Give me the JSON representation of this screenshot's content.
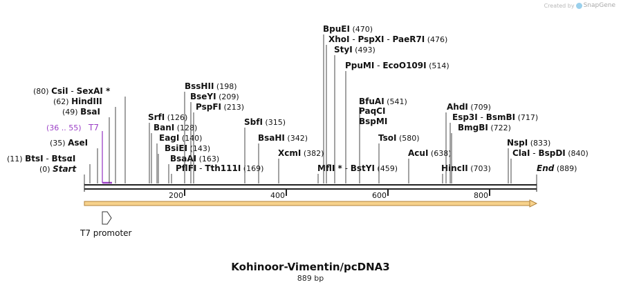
{
  "credit": {
    "prefix": "Created by",
    "brand": "SnapGene"
  },
  "title": "Kohinoor-Vimentin/pcDNA3",
  "length": "889 bp",
  "ruler": {
    "ticks": [
      "200",
      "400",
      "600",
      "800"
    ]
  },
  "features": [
    {
      "name": "T7",
      "range": "(36 .. 55)",
      "color": "#9b3fc6"
    },
    {
      "name": "T7 promoter"
    }
  ],
  "enzymes": [
    {
      "pre": "(11)",
      "names": [
        "BtsI",
        "BtsαI"
      ]
    },
    {
      "pre": "(0)",
      "names": [
        "Start"
      ],
      "italic": true
    },
    {
      "pre": "(35)",
      "names": [
        "AseI"
      ]
    },
    {
      "pre": "(49)",
      "names": [
        "BsaI"
      ]
    },
    {
      "pre": "(62)",
      "names": [
        "HindIII"
      ]
    },
    {
      "pre": "(80)",
      "names": [
        "CsiI",
        "SexAI *"
      ]
    },
    {
      "names": [
        "SrfI"
      ],
      "post": "(126)"
    },
    {
      "names": [
        "BanI"
      ],
      "post": "(128)"
    },
    {
      "names": [
        "EagI"
      ],
      "post": "(140)"
    },
    {
      "names": [
        "BsiEI"
      ],
      "post": "(143)"
    },
    {
      "names": [
        "BsaAI"
      ],
      "post": "(163)"
    },
    {
      "names": [
        "PflFI",
        "Tth111I"
      ],
      "post": "(169)"
    },
    {
      "names": [
        "BssHII"
      ],
      "post": "(198)"
    },
    {
      "names": [
        "BseYI"
      ],
      "post": "(209)"
    },
    {
      "names": [
        "PspFI"
      ],
      "post": "(213)"
    },
    {
      "names": [
        "SbfI"
      ],
      "post": "(315)"
    },
    {
      "names": [
        "BsaHI"
      ],
      "post": "(342)"
    },
    {
      "names": [
        "XcmI"
      ],
      "post": "(382)"
    },
    {
      "names": [
        "MflI *",
        "BstYI"
      ],
      "post": "(459)"
    },
    {
      "names": [
        "BpuEI"
      ],
      "post": "(470)"
    },
    {
      "names": [
        "XhoI",
        "PspXI",
        "PaeR7I"
      ],
      "post": "(476)"
    },
    {
      "names": [
        "StyI"
      ],
      "post": "(493)"
    },
    {
      "names": [
        "PpuMI",
        "EcoO109I"
      ],
      "post": "(514)"
    },
    {
      "names": [
        "BfuAI"
      ],
      "post": "(541)"
    },
    {
      "names": [
        "PaqCI"
      ]
    },
    {
      "names": [
        "BspMI"
      ]
    },
    {
      "names": [
        "TsoI"
      ],
      "post": "(580)"
    },
    {
      "names": [
        "AcuI"
      ],
      "post": "(638)"
    },
    {
      "names": [
        "HincII"
      ],
      "post": "(703)"
    },
    {
      "names": [
        "AhdI"
      ],
      "post": "(709)"
    },
    {
      "names": [
        "Esp3I",
        "BsmBI"
      ],
      "post": "(717)"
    },
    {
      "names": [
        "BmgBI"
      ],
      "post": "(722)"
    },
    {
      "names": [
        "NspI"
      ],
      "post": "(833)"
    },
    {
      "names": [
        "ClaI",
        "BspDI"
      ],
      "post": "(840)"
    },
    {
      "names": [
        "End"
      ],
      "post": "(889)",
      "italic": true
    }
  ]
}
